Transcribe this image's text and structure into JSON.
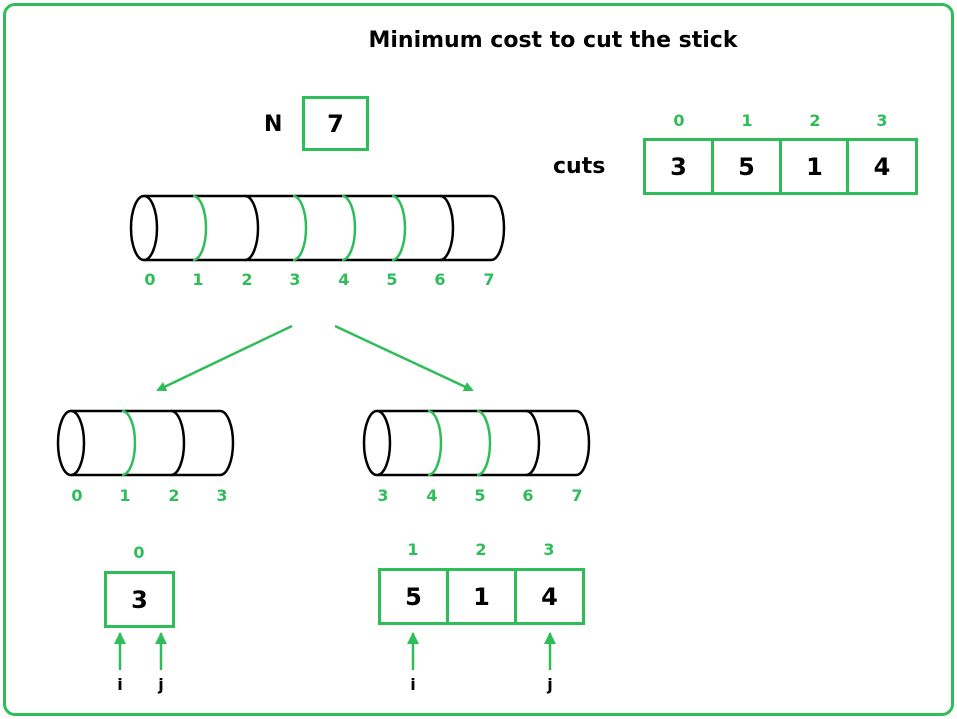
{
  "title": "Minimum cost to cut the stick",
  "n": {
    "label": "N",
    "value": "7"
  },
  "cuts": {
    "label": "cuts",
    "indices": [
      "0",
      "1",
      "2",
      "3"
    ],
    "values": [
      "3",
      "5",
      "1",
      "4"
    ]
  },
  "main_stick": {
    "ticks": [
      "0",
      "1",
      "2",
      "3",
      "4",
      "5",
      "6",
      "7"
    ]
  },
  "left_stick": {
    "ticks": [
      "0",
      "1",
      "2",
      "3"
    ]
  },
  "right_stick": {
    "ticks": [
      "3",
      "4",
      "5",
      "6",
      "7"
    ]
  },
  "left_cuts": {
    "indices": [
      "0"
    ],
    "values": [
      "3"
    ],
    "i_label": "i",
    "j_label": "j"
  },
  "right_cuts": {
    "indices": [
      "1",
      "2",
      "3"
    ],
    "values": [
      "5",
      "1",
      "4"
    ],
    "i_label": "i",
    "j_label": "j"
  },
  "colors": {
    "accent": "#2fbd5a",
    "ink": "#000000"
  }
}
